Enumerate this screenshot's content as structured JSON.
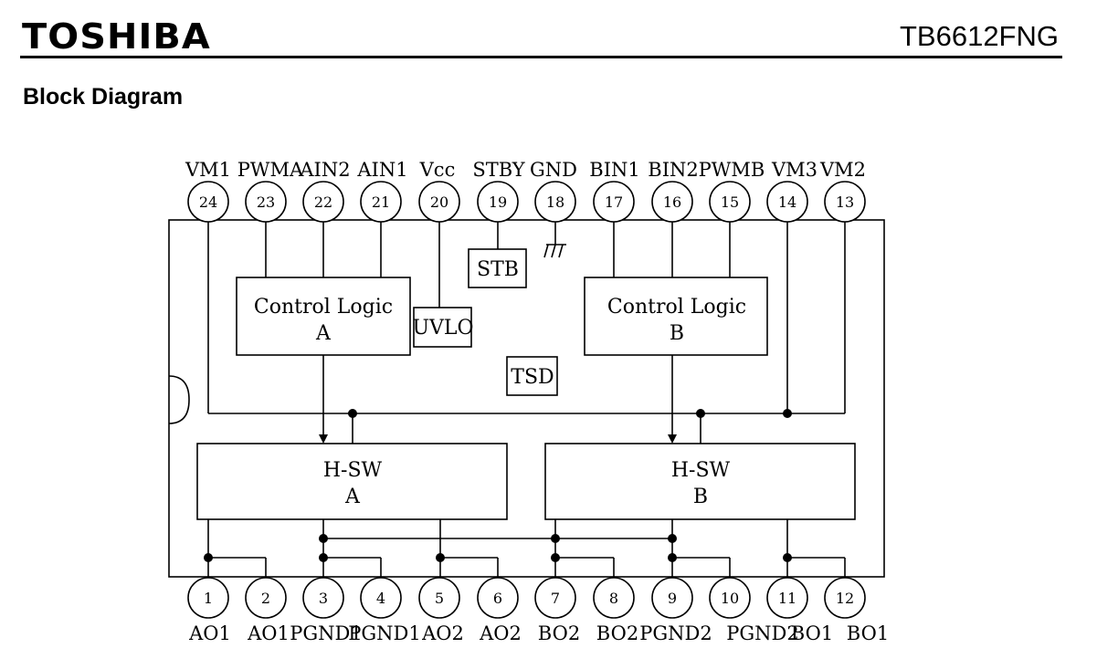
{
  "header": {
    "brand": "TOSHIBA",
    "part_number": "TB6612FNG"
  },
  "section": {
    "title": "Block Diagram"
  },
  "diagram": {
    "top_pins": [
      {
        "num": "24",
        "label": "VM1"
      },
      {
        "num": "23",
        "label": "PWMA"
      },
      {
        "num": "22",
        "label": "AIN2"
      },
      {
        "num": "21",
        "label": "AIN1"
      },
      {
        "num": "20",
        "label": "Vcc"
      },
      {
        "num": "19",
        "label": "STBY"
      },
      {
        "num": "18",
        "label": "GND"
      },
      {
        "num": "17",
        "label": "BIN1"
      },
      {
        "num": "16",
        "label": "BIN2"
      },
      {
        "num": "15",
        "label": "PWMB"
      },
      {
        "num": "14",
        "label": "VM3"
      },
      {
        "num": "13",
        "label": "VM2"
      }
    ],
    "bottom_pins": [
      {
        "num": "1",
        "label": "AO1"
      },
      {
        "num": "2",
        "label": "AO1"
      },
      {
        "num": "3",
        "label": "PGND1"
      },
      {
        "num": "4",
        "label": "PGND1"
      },
      {
        "num": "5",
        "label": "AO2"
      },
      {
        "num": "6",
        "label": "AO2"
      },
      {
        "num": "7",
        "label": "BO2"
      },
      {
        "num": "8",
        "label": "BO2"
      },
      {
        "num": "9",
        "label": "PGND2"
      },
      {
        "num": "10",
        "label": "PGND2"
      },
      {
        "num": "11",
        "label": "BO1"
      },
      {
        "num": "12",
        "label": "BO1"
      }
    ],
    "blocks": {
      "control_a": {
        "line1": "Control Logic",
        "line2": "A"
      },
      "control_b": {
        "line1": "Control Logic",
        "line2": "B"
      },
      "uvlo": "UVLO",
      "stb": "STB",
      "tsd": "TSD",
      "hsw_a": {
        "line1": "H-SW",
        "line2": "A"
      },
      "hsw_b": {
        "line1": "H-SW",
        "line2": "B"
      }
    }
  }
}
